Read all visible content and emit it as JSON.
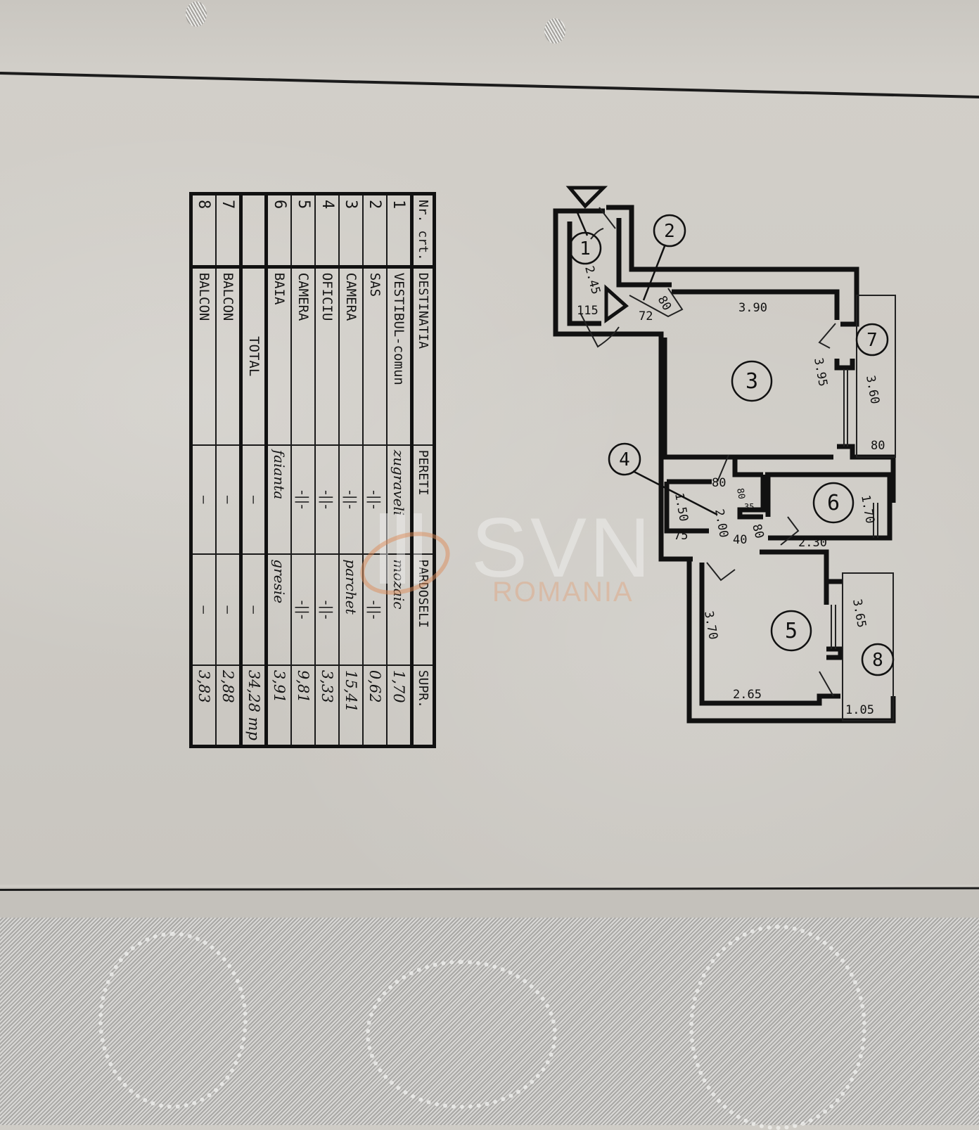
{
  "document": {
    "type": "apartment floor plan (releveu) with room schedule",
    "watermark": {
      "brand": "SVN",
      "subtitle": "ROMANIA",
      "accent_color": "#d98c5a"
    }
  },
  "table": {
    "headers": {
      "nr": "Nr. crt.",
      "destination": "DESTINATIA",
      "walls": "PERETI",
      "floors": "PARDOSELI",
      "area": "SUPR."
    },
    "rows": [
      {
        "nr": "1",
        "destination": "VESTIBUL-comun",
        "walls": "zugraveli",
        "floors": "mozaic",
        "area": "1,70"
      },
      {
        "nr": "2",
        "destination": "SAS",
        "walls": "-||-",
        "floors": "-||-",
        "area": "0,62"
      },
      {
        "nr": "3",
        "destination": "CAMERA",
        "walls": "-||-",
        "floors": "parchet",
        "area": "15,41"
      },
      {
        "nr": "4",
        "destination": "OFICIU",
        "walls": "-||-",
        "floors": "-||-",
        "area": "3,33"
      },
      {
        "nr": "5",
        "destination": "CAMERA",
        "walls": "-||-",
        "floors": "-||-",
        "area": "9,81"
      },
      {
        "nr": "6",
        "destination": "BAIA",
        "walls": "faianta",
        "floors": "gresie",
        "area": "3,91"
      }
    ],
    "total": {
      "label": "TOTAL",
      "walls": "—",
      "floors": "—",
      "area": "34,28 mp"
    },
    "balconies": [
      {
        "nr": "7",
        "destination": "BALCON",
        "walls": "—",
        "floors": "—",
        "area": "2,88"
      },
      {
        "nr": "8",
        "destination": "BALCON",
        "walls": "—",
        "floors": "—",
        "area": "3,83"
      }
    ]
  },
  "plan": {
    "room_labels": [
      "1",
      "2",
      "3",
      "4",
      "5",
      "6",
      "7",
      "8"
    ],
    "dimensions": {
      "room1_length": "2.45",
      "room1_door": "115",
      "room2_door_a": "80",
      "room2_door_b": "72",
      "room3_width": "3.90",
      "room3_length": "3.95",
      "balcony7_length": "3.60",
      "balcony7_width": "80",
      "room4_door": "80",
      "room4_length": "2.00",
      "closet_length": "1.50",
      "closet_width": "75",
      "niche_a": "80",
      "niche_b": "35",
      "room4_width": "40",
      "bath_door": "80",
      "room6_length": "1.70",
      "room6_width": "2.30",
      "room5_length": "3.70",
      "room5_width": "2.65",
      "balcony8_length": "3.65",
      "balcony8_width": "1.05"
    }
  }
}
